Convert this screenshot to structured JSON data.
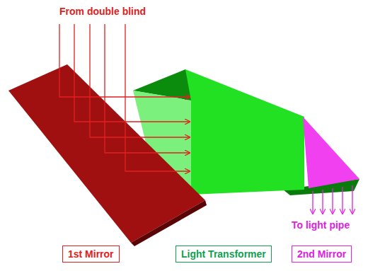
{
  "diagram": {
    "nodes": [
      {
        "text": [
          "1st Mirror"
        ]
      },
      {
        "text": [
          "Light Transformer"
        ]
      },
      {
        "text": [
          "2nd Mirror"
        ]
      }
    ],
    "labels": [
      "From double blind",
      "To light pipe"
    ]
  }
}
